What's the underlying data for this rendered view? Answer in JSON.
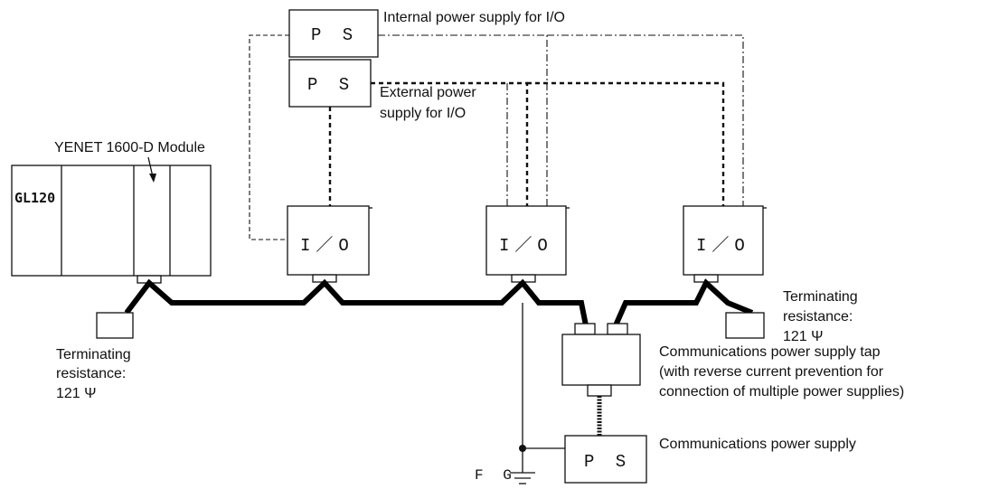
{
  "labels": {
    "internal_ps": "Internal power supply for I/O",
    "external_ps_line1": "External power",
    "external_ps_line2": "supply for I/O",
    "module": "YENET 1600-D Module",
    "plc_name": "GL120",
    "ps_box": "P S",
    "io_box": "I／O",
    "term_left_line1": "Terminating",
    "term_left_line2": "resistance:",
    "term_left_line3": "121 Ψ",
    "term_right_line1": "Terminating",
    "term_right_line2": "resistance:",
    "term_right_line3": "121 Ψ",
    "tap_line1": "Communications power supply tap",
    "tap_line2": "(with reverse current prevention for",
    "tap_line3": "connection of multiple power supplies)",
    "comm_ps": "Communications power supply",
    "fg": "F G"
  },
  "colors": {
    "line": "#111111",
    "background": "#ffffff"
  }
}
